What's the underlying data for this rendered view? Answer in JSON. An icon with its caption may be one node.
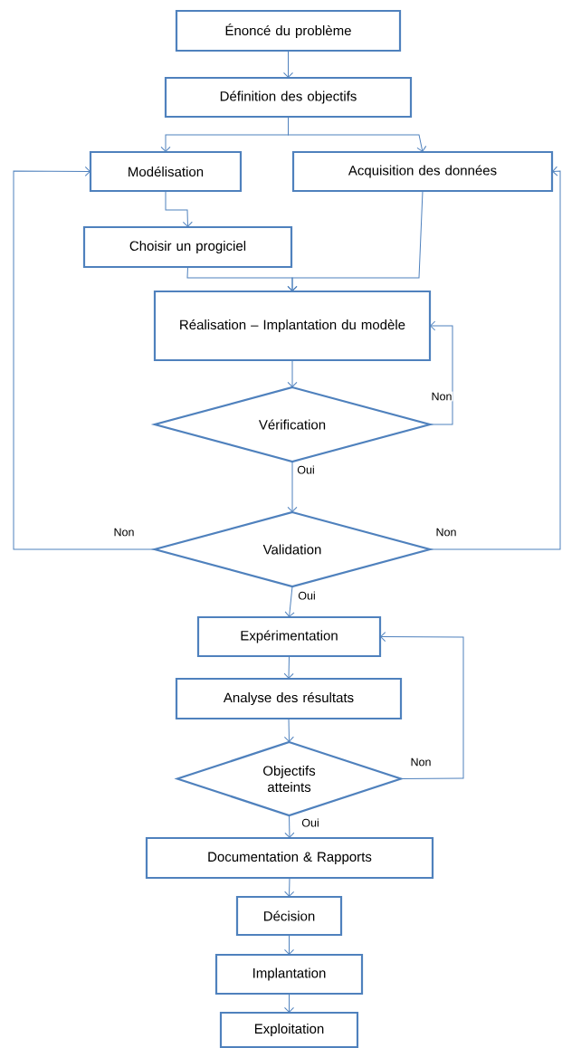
{
  "diagram": {
    "nodes": [
      {
        "text": [
          "Énoncé du problème"
        ]
      },
      {
        "text": [
          "Définition des objectifs"
        ]
      },
      {
        "text": [
          "Modélisation"
        ]
      },
      {
        "text": [
          "Acquisition des données"
        ]
      },
      {
        "text": [
          "Choisir un progiciel"
        ]
      },
      {
        "text": [
          "Réalisation – Implantation du modèle"
        ]
      },
      {
        "text": [
          "Vérification"
        ]
      },
      {
        "text": [
          "Validation"
        ]
      },
      {
        "text": [
          "Expérimentation"
        ]
      },
      {
        "text": [
          "Analyse des résultats"
        ]
      },
      {
        "text": [
          "Objectifs atteints"
        ]
      },
      {
        "text": [
          "Documentation & Rapports"
        ]
      },
      {
        "text": [
          "Décision"
        ]
      },
      {
        "text": [
          "Implantation"
        ]
      },
      {
        "text": [
          "Exploitation"
        ]
      }
    ],
    "edges": [
      {
        "from": 0,
        "to": 1,
        "arrow": "to"
      },
      {
        "from": 1,
        "to": 2,
        "arrow": "to"
      },
      {
        "from": 1,
        "to": 3,
        "arrow": "to"
      },
      {
        "from": 2,
        "to": 4,
        "arrow": "to"
      },
      {
        "from": 4,
        "to": 5,
        "arrow": "to"
      },
      {
        "from": 3,
        "to": 5,
        "arrow": "to"
      },
      {
        "from": 5,
        "to": 6,
        "arrow": "to"
      },
      {
        "from": 6,
        "to": 5,
        "arrow": "to",
        "label": "Non"
      },
      {
        "from": 6,
        "to": 7,
        "arrow": "to",
        "label": "Oui"
      },
      {
        "from": 7,
        "to": 2,
        "arrow": "to",
        "label": "Non"
      },
      {
        "from": 7,
        "to": 3,
        "arrow": "to",
        "label": "Non"
      },
      {
        "from": 7,
        "to": 8,
        "arrow": "to",
        "label": "Oui"
      },
      {
        "from": 8,
        "to": 9,
        "arrow": "to"
      },
      {
        "from": 9,
        "to": 10,
        "arrow": "to"
      },
      {
        "from": 10,
        "to": 8,
        "arrow": "to",
        "label": "Non"
      },
      {
        "from": 10,
        "to": 11,
        "arrow": "to",
        "label": "Oui"
      },
      {
        "from": 11,
        "to": 12,
        "arrow": "to"
      },
      {
        "from": 12,
        "to": 13,
        "arrow": "to"
      },
      {
        "from": 13,
        "to": 14,
        "arrow": "to"
      }
    ]
  }
}
